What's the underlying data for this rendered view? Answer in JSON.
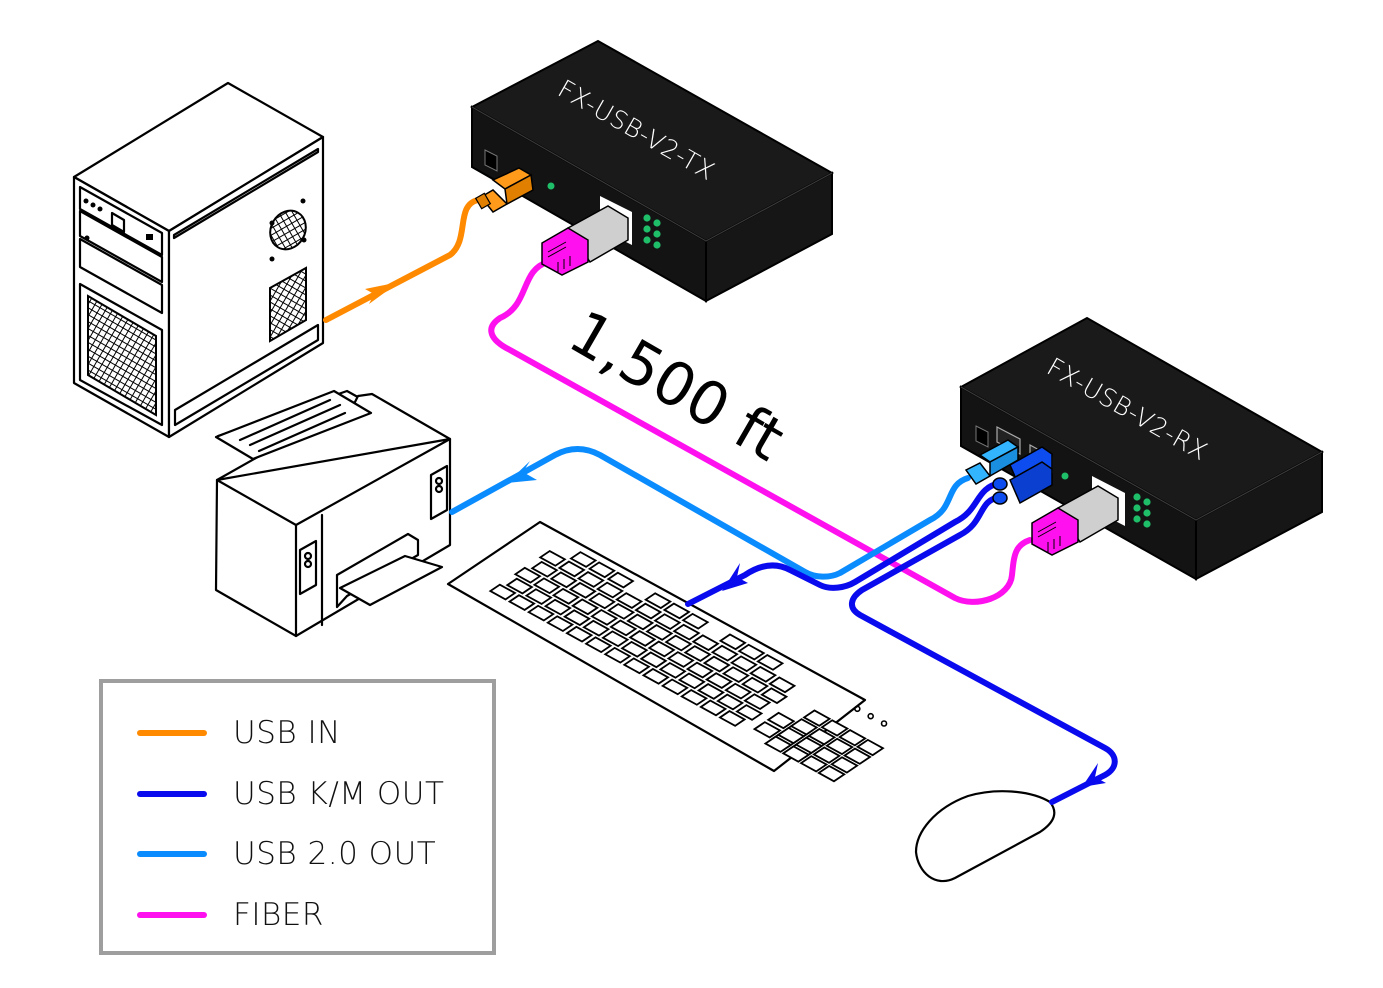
{
  "devices": {
    "transmitter": {
      "label": "FX-USB-V2-TX"
    },
    "receiver": {
      "label": "FX-USB-V2-RX"
    },
    "computer": {
      "name": "Tower PC"
    },
    "printer": {
      "name": "Printer"
    },
    "keyboard": {
      "name": "Keyboard"
    },
    "mouse": {
      "name": "Mouse"
    }
  },
  "distance_label": "1,500 ft",
  "colors": {
    "usb_in": "#ff8a00",
    "usb_km_out": "#0a0aee",
    "usb20_out": "#0a8cff",
    "fiber": "#ff10ee",
    "device_body": "#1a1a1a",
    "led": "#1fbf6a",
    "legend_border": "#9e9e9e"
  },
  "legend": {
    "items": [
      {
        "label": "USB IN",
        "color": "#ff8a00"
      },
      {
        "label": "USB K/M OUT",
        "color": "#0a0aee"
      },
      {
        "label": "USB 2.0 OUT",
        "color": "#0a8cff"
      },
      {
        "label": "FIBER",
        "color": "#ff10ee"
      }
    ]
  }
}
